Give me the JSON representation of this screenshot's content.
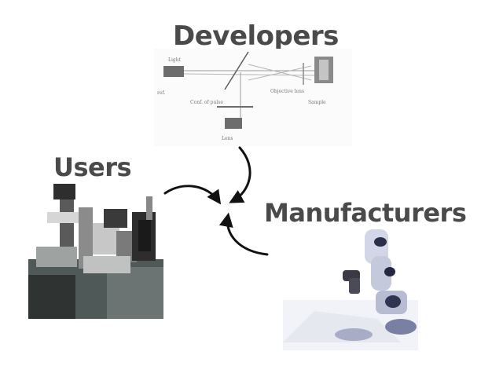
{
  "labels": {
    "developers": "Developers",
    "users": "Users",
    "manufacturers": "Manufacturers"
  },
  "schematic_annotations": {
    "source": "Light",
    "detector_left": "ref.",
    "splitter": "Conf. of pulse",
    "path": "Objective lens",
    "sample": "Sample",
    "bottom": "Lens"
  },
  "colors": {
    "label_text": "#4a4a4a",
    "arrow": "#111111",
    "background": "#ffffff"
  },
  "icons": [
    "optical-schematic-icon",
    "microscope-setup-icon",
    "robotic-arm-icon",
    "cycle-arrows-icon"
  ]
}
